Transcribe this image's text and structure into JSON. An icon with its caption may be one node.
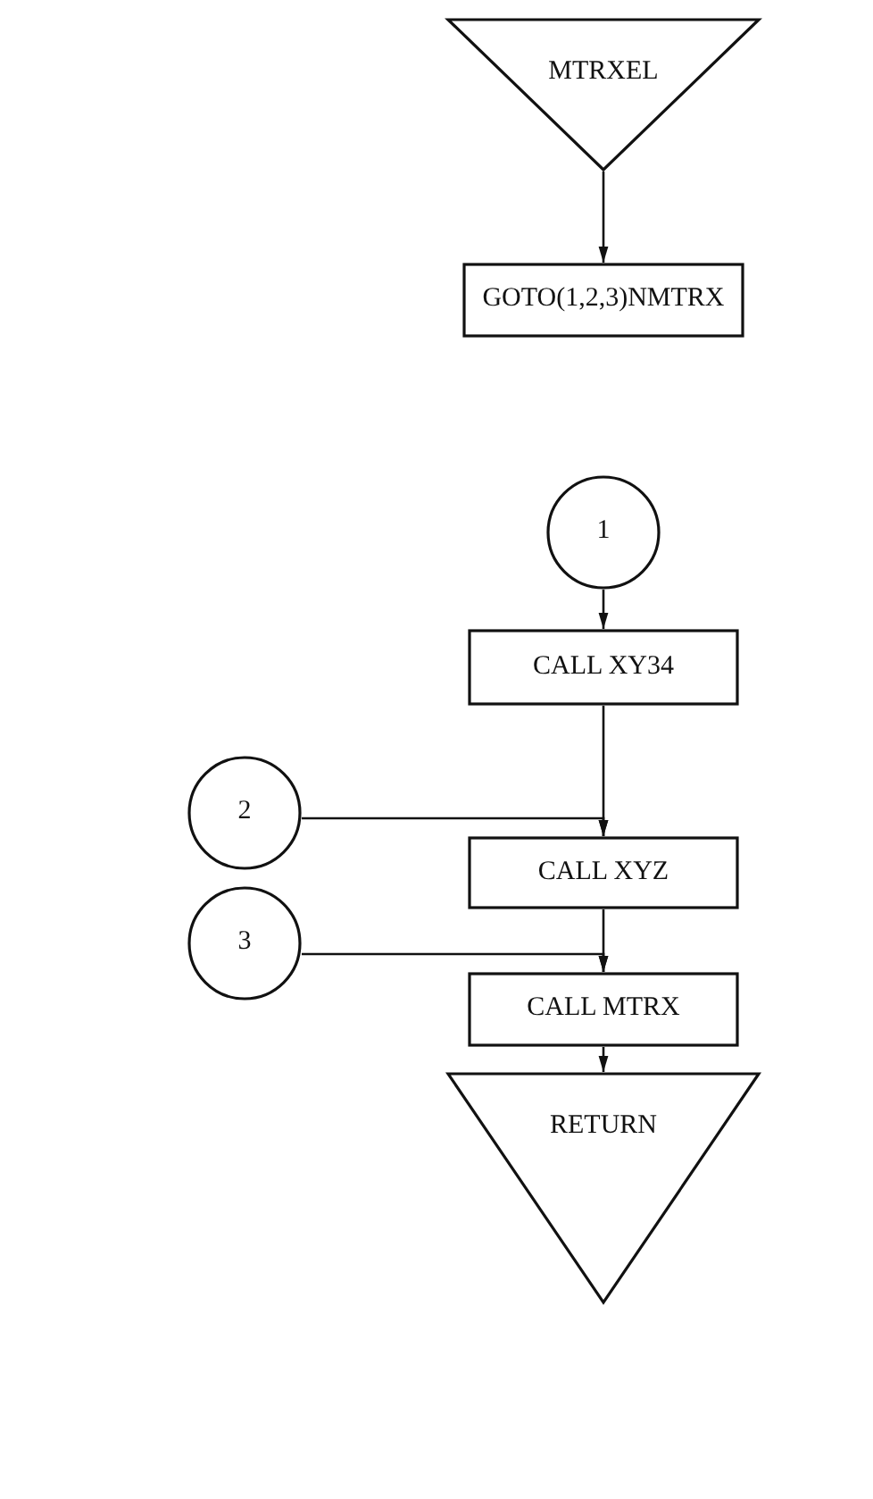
{
  "diagram": {
    "nodes": [
      {
        "text": [
          "MTRXEL"
        ]
      },
      {
        "text": [
          "GOTO(1,2,3)NMTRX"
        ]
      },
      {
        "text": [
          "1"
        ]
      },
      {
        "text": [
          "CALL XY34"
        ]
      },
      {
        "text": [
          "2"
        ]
      },
      {
        "text": [
          "CALL XYZ"
        ]
      },
      {
        "text": [
          "3"
        ]
      },
      {
        "text": [
          "CALL MTRX"
        ]
      },
      {
        "text": [
          "RETURN"
        ]
      }
    ],
    "edges": [
      {
        "from": 0,
        "to": 1,
        "arrow": "to"
      },
      {
        "from": 2,
        "to": 3,
        "arrow": "to"
      },
      {
        "from": 3,
        "to": 5,
        "arrow": "to"
      },
      {
        "from": 4,
        "to": 5,
        "arrow": "to"
      },
      {
        "from": 5,
        "to": 7,
        "arrow": "to"
      },
      {
        "from": 6,
        "to": 7,
        "arrow": "to"
      },
      {
        "from": 7,
        "to": 8,
        "arrow": "to"
      }
    ]
  }
}
